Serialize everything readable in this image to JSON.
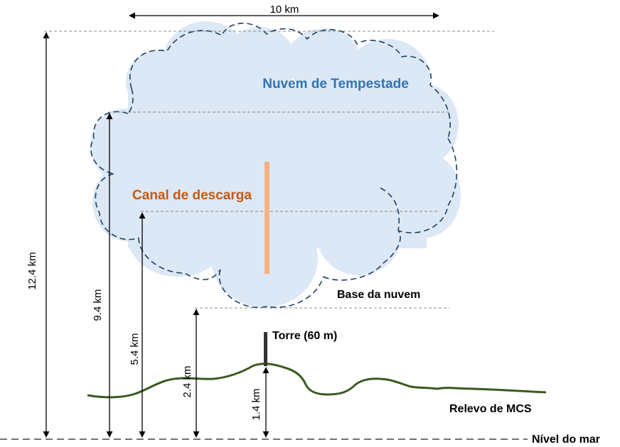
{
  "labels": {
    "width": "10 km",
    "cloud": "Nuvem de Tempestade",
    "channel": "Canal de descarga",
    "cloud_base": "Base da nuvem",
    "tower": "Torre (60 m)",
    "terrain": "Relevo de MCS",
    "sea_level": "Nível do mar",
    "h_cloud_top": "12.4 km",
    "h_9_4": "9.4 km",
    "h_5_4": "5.4 km",
    "h_2_4": "2.4 km",
    "h_1_4": "1.4 km"
  },
  "colors": {
    "cloud_fill": "#dce8f5",
    "cloud_stroke": "#1f3f68",
    "cloud_label": "#2e74b5",
    "channel": "#f4b183",
    "channel_label": "#c55a11",
    "terrain": "#3a5a1e",
    "tower": "#333333",
    "guide": "#666666"
  }
}
